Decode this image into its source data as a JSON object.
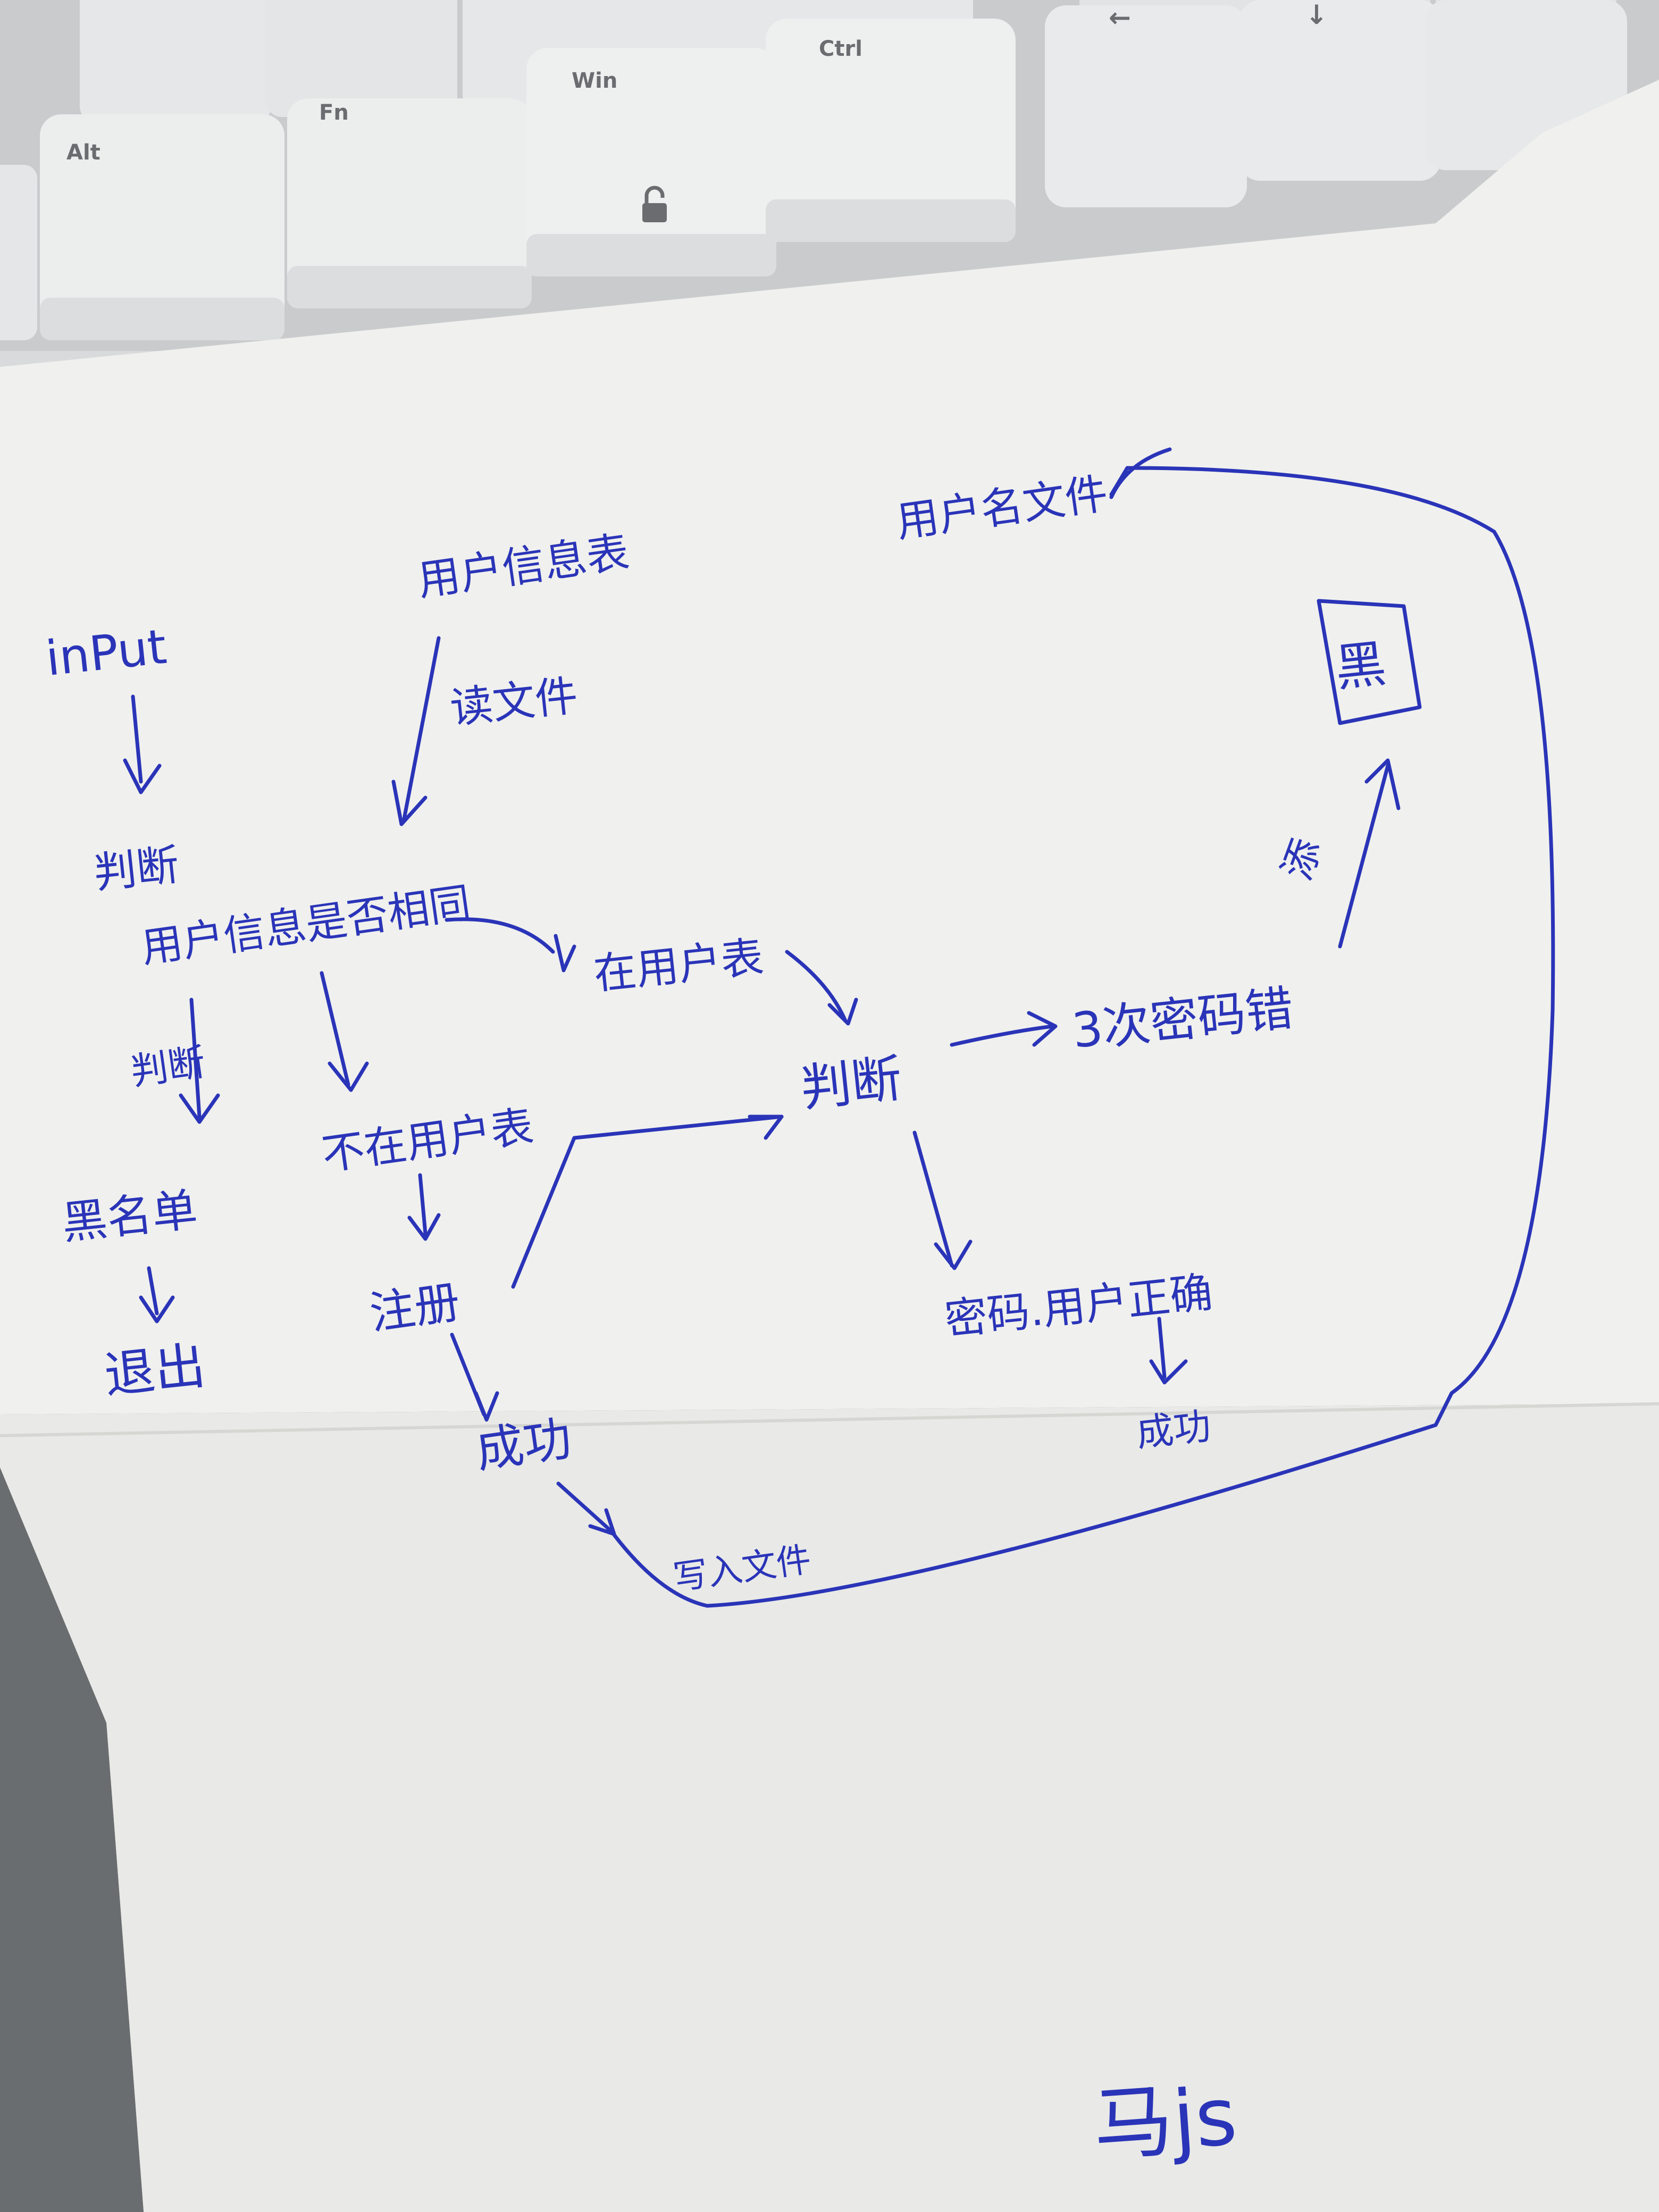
{
  "keyboard": {
    "keys": [
      "Alt",
      "Fn",
      "Win",
      "Ctrl",
      "←",
      "↓"
    ],
    "lock_icon": "lock-icon"
  },
  "flowchart": {
    "input": "inPut",
    "user_table_top": "用户信息表",
    "read_file": "读文件",
    "judge_left": "判断",
    "same_info": "用户信息是否相同",
    "in_user_table_right": "在用户表",
    "judge_small": "判断",
    "blacklist": "黑名单",
    "exit": "退出",
    "not_in_user_table": "不在用户表",
    "register": "注册",
    "success_left": "成功",
    "write_file": "写入文件",
    "judge_center": "判断",
    "three_wrong": "3次密码错",
    "add": "添",
    "black_box": "黑",
    "user_file": "用户名文件",
    "pwd_user_correct": "密码.用户正确",
    "success_right": "成功",
    "signature": "马js"
  },
  "colors": {
    "ink": "#2a34b8",
    "paper": "#f1f1ef",
    "keys": "#e8e9ea"
  }
}
